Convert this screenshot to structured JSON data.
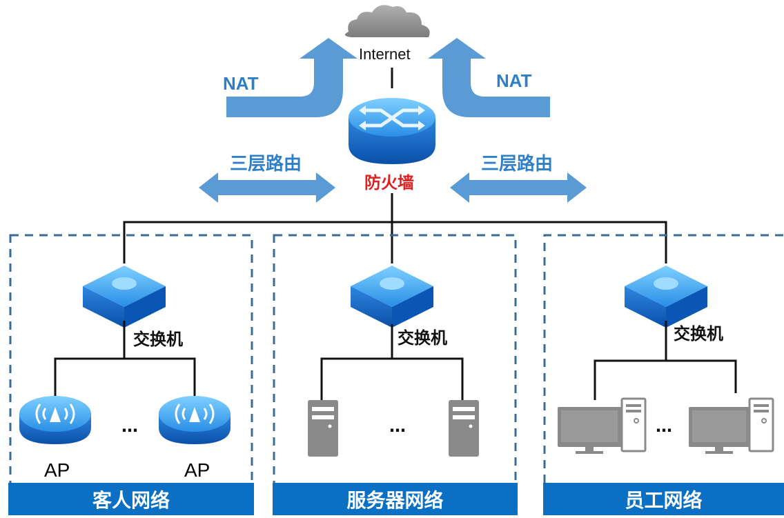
{
  "top": {
    "internet_label": "Internet",
    "nat_left": "NAT",
    "nat_right": "NAT",
    "routing_left": "三层路由",
    "routing_right": "三层路由",
    "firewall_label": "防火墙",
    "firewall_color": "#e02020"
  },
  "zones": [
    {
      "title": "客人网络",
      "switch_label": "交换机",
      "left_device": "AP",
      "right_device": "AP",
      "ellipsis": "…"
    },
    {
      "title": "服务器网络",
      "switch_label": "交换机",
      "ellipsis": "…"
    },
    {
      "title": "员工网络",
      "switch_label": "交换机",
      "ellipsis": "…"
    }
  ],
  "icons": [
    "cloud-icon",
    "firewall-router-icon",
    "switch-icon",
    "access-point-icon",
    "server-icon",
    "desktop-computer-icon",
    "nat-arrow-icon",
    "bidirectional-arrow-icon"
  ],
  "colors": {
    "accent_blue": "#2f7fc7",
    "arrow_blue": "#5b9bd5",
    "bar_blue": "#0b6fc3",
    "dash_blue": "#3a6a96",
    "device_gray": "#8a8a8a"
  }
}
